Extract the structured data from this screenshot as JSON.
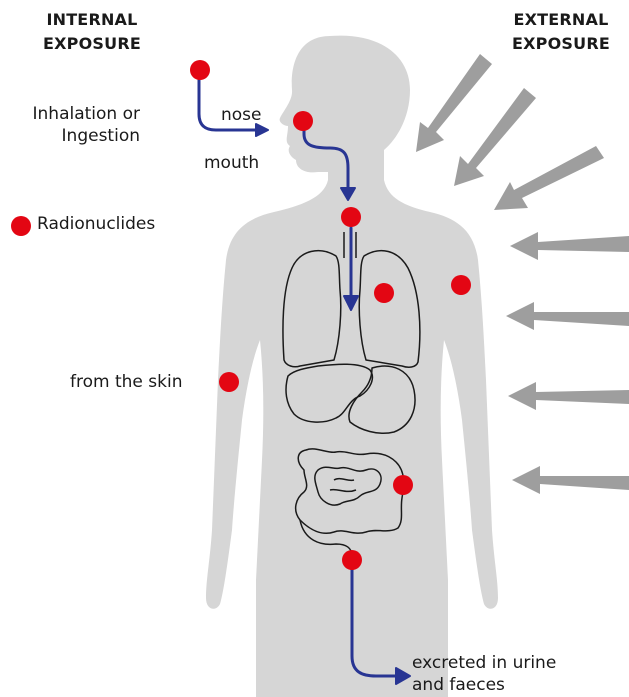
{
  "headers": {
    "internal_line1": "INTERNAL",
    "internal_line2": "EXPOSURE",
    "external_line1": "EXTERNAL",
    "external_line2": "EXPOSURE"
  },
  "labels": {
    "inhalation_line1": "Inhalation or",
    "inhalation_line2": "Ingestion",
    "nose": "nose",
    "mouth": "mouth",
    "radionuclides": "Radionuclides",
    "skin": "from the skin",
    "excreted_line1": "excreted in urine",
    "excreted_line2": "and faeces"
  },
  "colors": {
    "body": "#d6d6d6",
    "radionuclide_dot": "#e30613",
    "pathway_arrow": "#283593",
    "external_arrow": "#9e9e9e",
    "organ_outline": "#1a1a1a"
  },
  "icons": {
    "radionuclide": "red-dot-icon",
    "external_ray": "arrow-icon"
  }
}
